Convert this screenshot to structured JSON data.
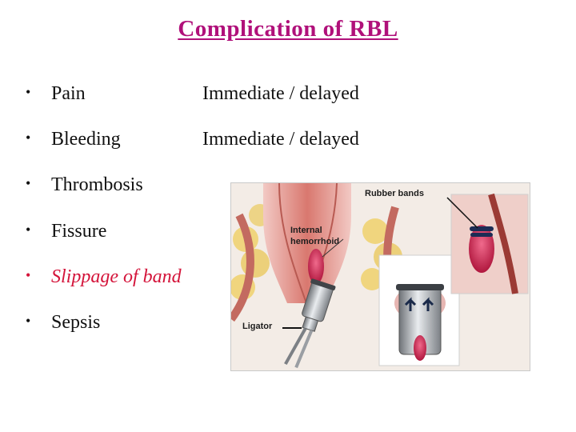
{
  "title": "Complication  of  RBL",
  "bullets": [
    {
      "label": "Pain",
      "detail": "Immediate /  delayed"
    },
    {
      "label": "Bleeding",
      "detail": "Immediate  /  delayed"
    },
    {
      "label": "Thrombosis"
    },
    {
      "label": "Fissure"
    },
    {
      "label": "Slippage of band",
      "emphasis_color": "#d4143a"
    },
    {
      "label": "Sepsis"
    }
  ],
  "figure": {
    "labels": {
      "rubber_bands": "Rubber bands",
      "internal_hemorrhoid_line1": "Internal",
      "internal_hemorrhoid_line2": "hemorrhoid",
      "ligator": "Ligator"
    }
  },
  "colors": {
    "title": "#b0107a",
    "text": "#111111",
    "emphasis": "#d4143a"
  }
}
